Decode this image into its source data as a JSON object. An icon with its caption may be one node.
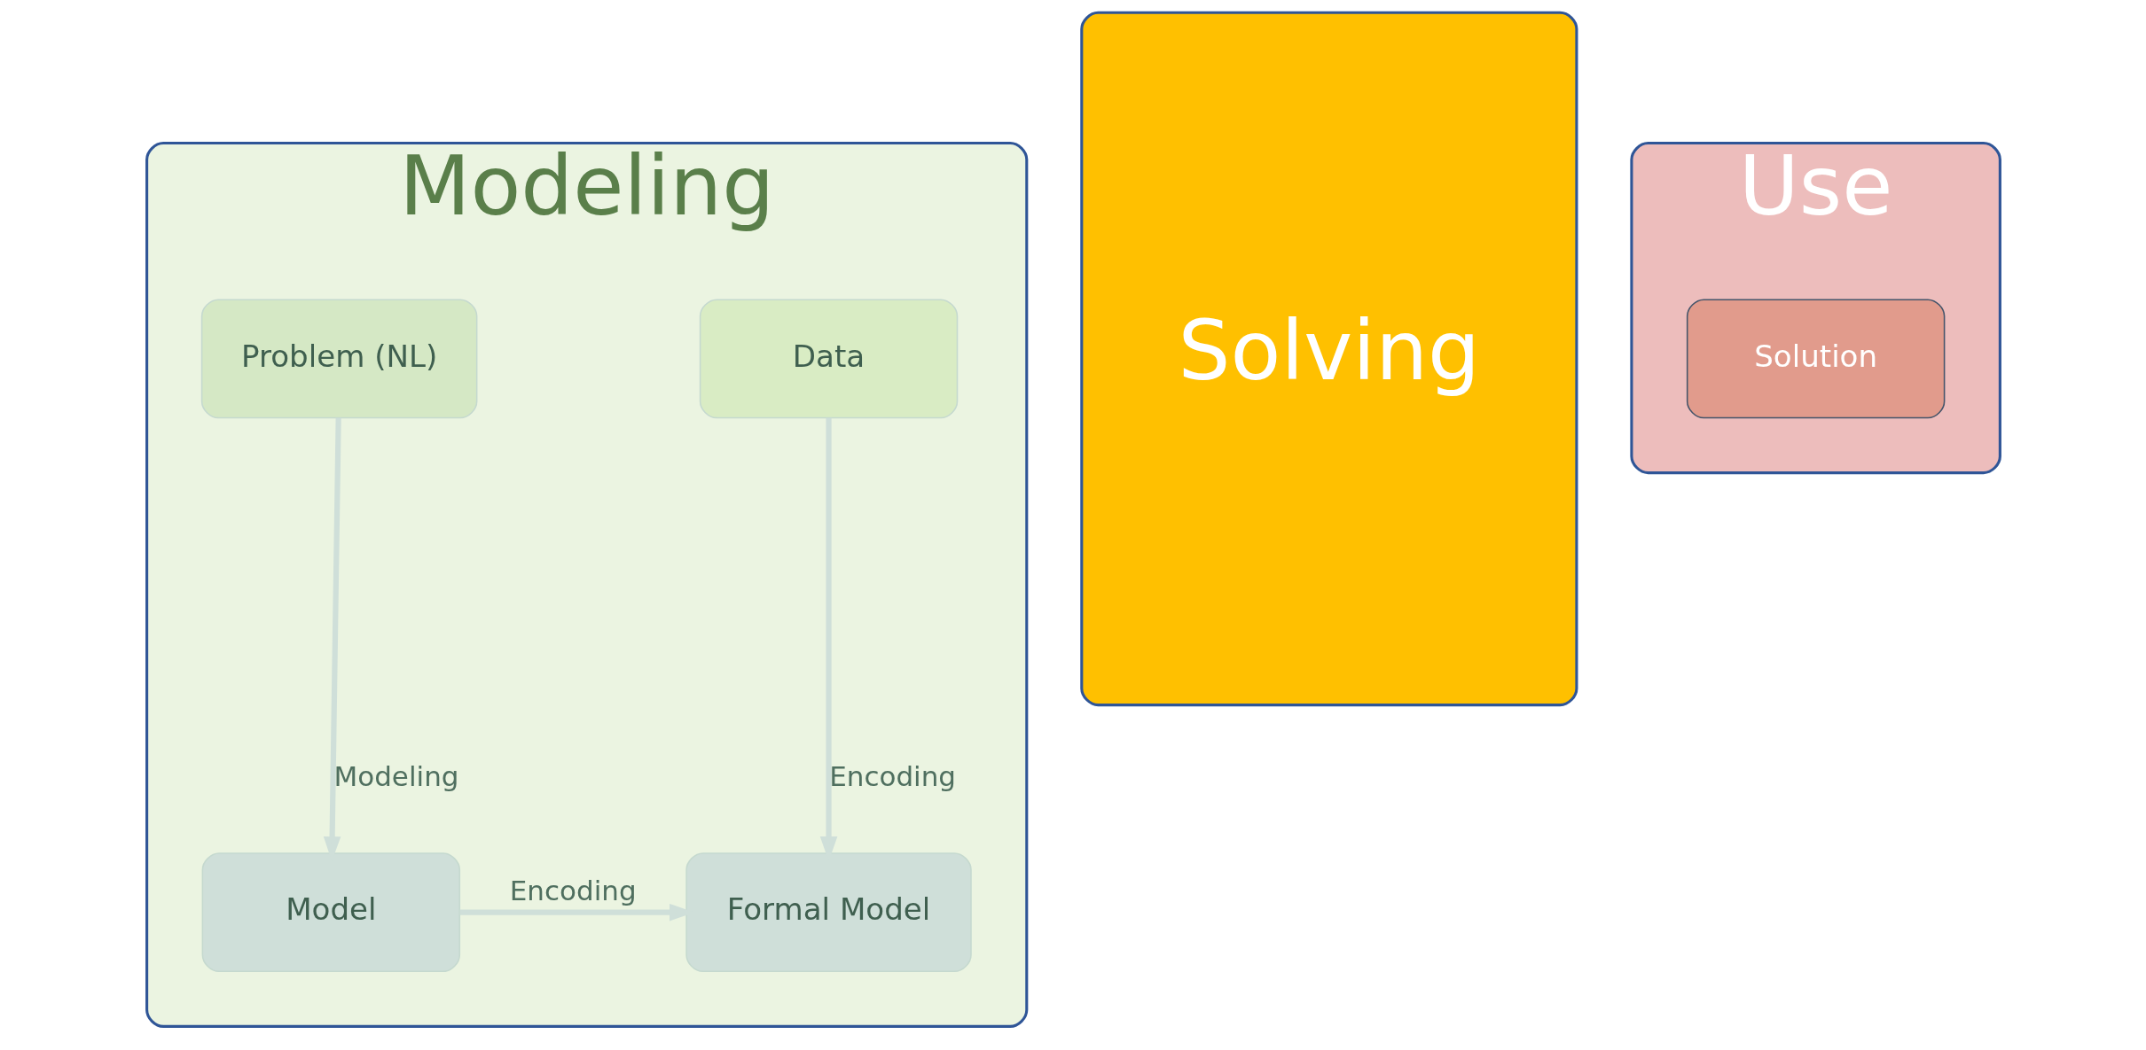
{
  "diagram": {
    "nodes": [
      {
        "text": [
          "Modeling"
        ]
      },
      {
        "text": [
          "Problem (NL)"
        ],
        "in": 0
      },
      {
        "text": [
          "Data"
        ],
        "in": 0
      },
      {
        "text": [
          "Formal Model"
        ],
        "in": 0
      },
      {
        "text": [
          "Model"
        ],
        "in": 0
      },
      {
        "text": [
          "Solving"
        ]
      },
      {
        "text": [
          "Use"
        ]
      },
      {
        "text": [
          "Solution"
        ],
        "in": 6
      }
    ],
    "edges": [
      {
        "from": 1,
        "to": 4,
        "arrow": "to",
        "label": "Modeling"
      },
      {
        "from": 2,
        "to": 3,
        "arrow": "to",
        "label": "Encoding"
      },
      {
        "from": 4,
        "to": 3,
        "arrow": "to",
        "label": "Encoding"
      }
    ]
  }
}
